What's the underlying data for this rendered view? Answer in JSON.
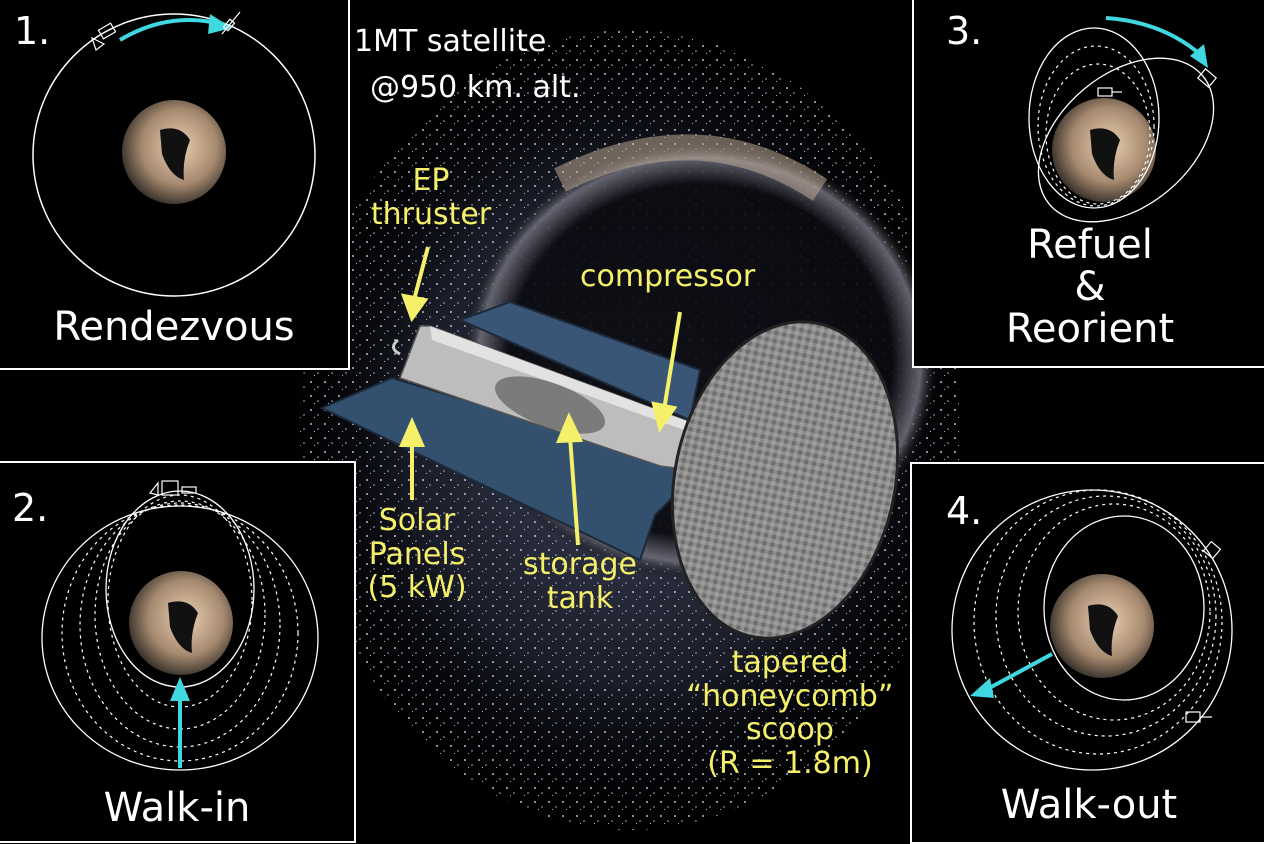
{
  "colors": {
    "background": "#000000",
    "label_yellow": "#f5f06a",
    "orbit_cyan": "#3fd8e0",
    "panel_border": "#ffffff",
    "solar_panel_blue": "#34506f",
    "scoop_gray": "#8a8a8a"
  },
  "center": {
    "satellite_callout": {
      "line1": "1MT satellite",
      "line2": "@950 km. alt."
    },
    "component_labels": {
      "ep_thruster": {
        "line1": "EP",
        "line2": "thruster"
      },
      "compressor": {
        "line1": "compressor"
      },
      "solar_panels": {
        "line1": "Solar",
        "line2": "Panels",
        "line3": "(5 kW)"
      },
      "storage_tank": {
        "line1": "storage",
        "line2": "tank"
      },
      "scoop": {
        "line1": "tapered",
        "line2": "“honeycomb”",
        "line3": "scoop",
        "line4": "(R = 1.8m)"
      }
    }
  },
  "panels": [
    {
      "step": "1.",
      "title": "Rendezvous",
      "icon": "single-orbit-rendezvous"
    },
    {
      "step": "2.",
      "title": "Walk-in",
      "icon": "nested-orbits-walk-in"
    },
    {
      "step": "3.",
      "title_lines": [
        "Refuel",
        "&",
        "Reorient"
      ],
      "icon": "elliptical-orbits-refuel"
    },
    {
      "step": "4.",
      "title": "Walk-out",
      "icon": "nested-orbits-walk-out"
    }
  ]
}
